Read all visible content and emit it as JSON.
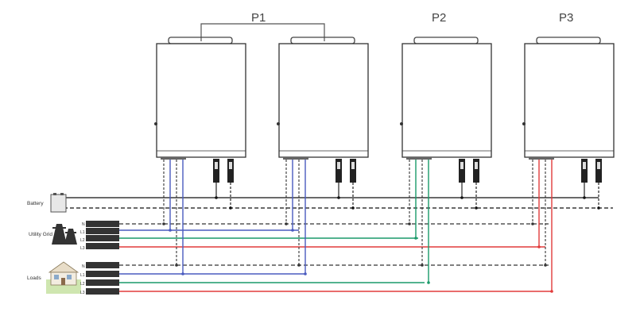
{
  "phases": [
    {
      "label": "P1"
    },
    {
      "label": "P2"
    },
    {
      "label": "P3"
    }
  ],
  "sources": {
    "battery": "Battery",
    "utility": "Utility Grid",
    "loads": "Loads"
  },
  "terminals": {
    "utility": [
      "N",
      "L1",
      "L2",
      "L3"
    ],
    "loads": [
      "N",
      "L1",
      "L2",
      "L3"
    ]
  },
  "colors": {
    "neutral": "#333333",
    "l1": "#4a5bbf",
    "l2": "#1a9a6a",
    "l3": "#e23b3b",
    "battery": "#111111"
  },
  "icons": {
    "battery": "battery-icon",
    "utility": "utility-tower-icon",
    "loads": "house-icon",
    "terminal": "terminal-block-icon",
    "connector": "dc-connector-icon"
  }
}
